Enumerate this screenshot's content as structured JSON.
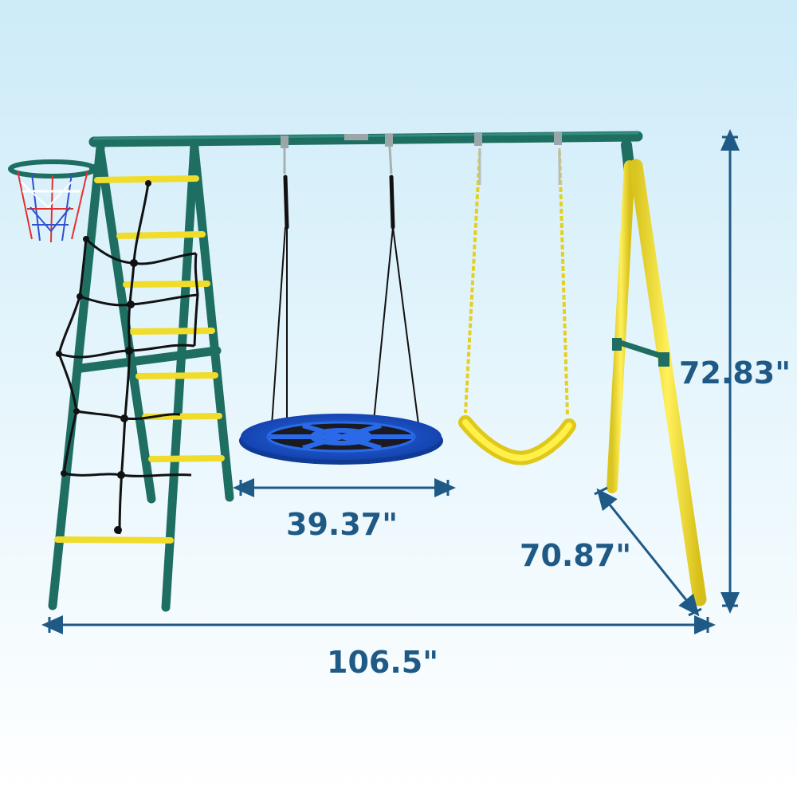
{
  "colors": {
    "background_top": "#cdebf8",
    "background_bottom": "#ffffff",
    "frame_green": "#1e6e62",
    "leg_yellow": "#f2e33a",
    "rung_yellow": "#f0dc2a",
    "saucer_blue": "#1a52c8",
    "dimension_blue": "#1f5a86",
    "net_black": "#111111"
  },
  "dimensions": {
    "height": "72.83\"",
    "saucer_diameter": "39.37\"",
    "depth": "70.87\"",
    "overall_width": "106.5\""
  },
  "scene_parts": [
    "top-beam-icon",
    "a-frame-ladder-icon",
    "basketball-hoop-icon",
    "cargo-net-icon",
    "saucer-swing-icon",
    "belt-swing-icon",
    "yellow-a-frame-icon"
  ]
}
